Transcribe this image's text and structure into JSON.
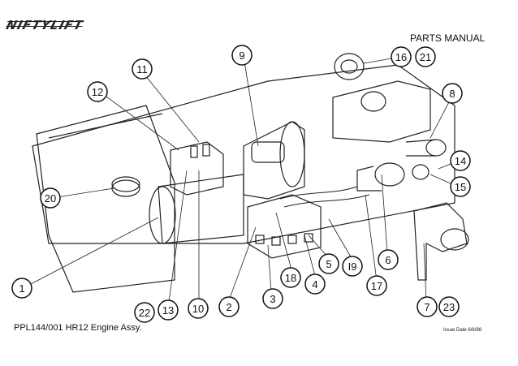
{
  "header": {
    "logo_text": "NIFTYLIFT",
    "manual_title": "PARTS MANUAL"
  },
  "footer": {
    "reference": "PPL144/001  HR12 Engine Assy.",
    "issue_date": "Issue Date 6/6/98"
  },
  "callouts": [
    "1",
    "2",
    "3",
    "4",
    "5",
    "6",
    "7",
    "8",
    "9",
    "10",
    "11",
    "12",
    "13",
    "14",
    "15",
    "16",
    "17",
    "18",
    "I9",
    "20",
    "21",
    "22",
    "23"
  ]
}
